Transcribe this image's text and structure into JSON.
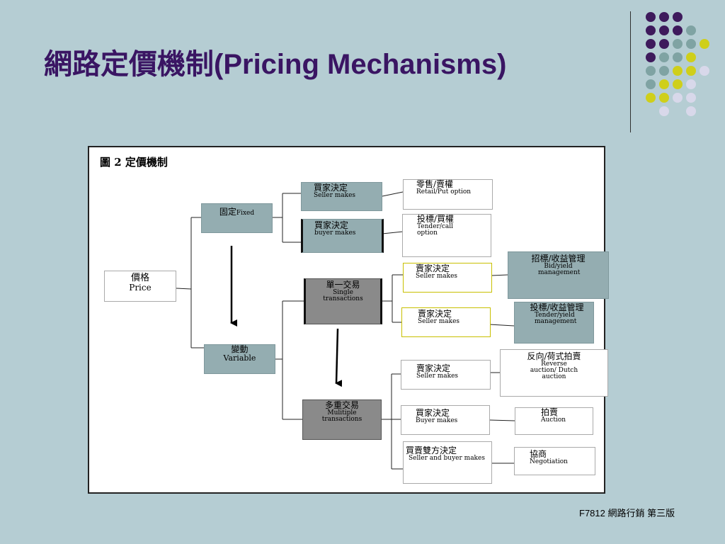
{
  "title": {
    "zh": "網路定價機制",
    "en": "(Pricing Mechanisms)"
  },
  "figure": {
    "label": "圖 2 定價機制",
    "nodes": {
      "price": {
        "zh": "價格",
        "en": "Price"
      },
      "fixed": {
        "zh": "固定",
        "en": "Fixed"
      },
      "variable": {
        "zh": "變動",
        "en": "Variable"
      },
      "fixed_seller": {
        "zh": "買家決定",
        "en": "Seller makes"
      },
      "fixed_buyer": {
        "zh": "買家決定",
        "en": "buyer makes"
      },
      "retail": {
        "zh": "零售/賣權",
        "en": "Retail/Put option"
      },
      "tender": {
        "zh": "投標/買權",
        "en": "Tender/call option"
      },
      "single": {
        "zh": "單一交易",
        "en": "Single transactions"
      },
      "single_seller1": {
        "zh": "賣家決定",
        "en": "Seller makes"
      },
      "single_seller2": {
        "zh": "賣家決定",
        "en": "Seller makes"
      },
      "bid_yield": {
        "zh": "招標/收益管理",
        "en": "Bid/yield management"
      },
      "tender_yield": {
        "zh": "投標/收益管理",
        "en": "Tender/yield management"
      },
      "multiple": {
        "zh": "多重交易",
        "en": "Mulitiple transactions"
      },
      "multi_seller": {
        "zh": "賣家決定",
        "en": "Seller makes"
      },
      "multi_buyer": {
        "zh": "買家決定",
        "en": "Buyer makes"
      },
      "multi_both": {
        "zh": "買賣雙方決定",
        "en": "Seller and buyer makes"
      },
      "reverse": {
        "zh": "反向/荷式拍賣",
        "en": "Reverse auction/ Dutch auction"
      },
      "auction": {
        "zh": "拍賣",
        "en": "Auction"
      },
      "negotiation": {
        "zh": "協商",
        "en": "Negotiation"
      }
    }
  },
  "footer": "F7812 網路行銷 第三版",
  "colors": {
    "title": "#3a1563",
    "background": "#b5cdd3",
    "dot_purple": "#3e1a5c",
    "dot_teal": "#7fa3a3",
    "dot_yellow": "#cfcf1a",
    "dot_lilac": "#d8d8ea"
  }
}
